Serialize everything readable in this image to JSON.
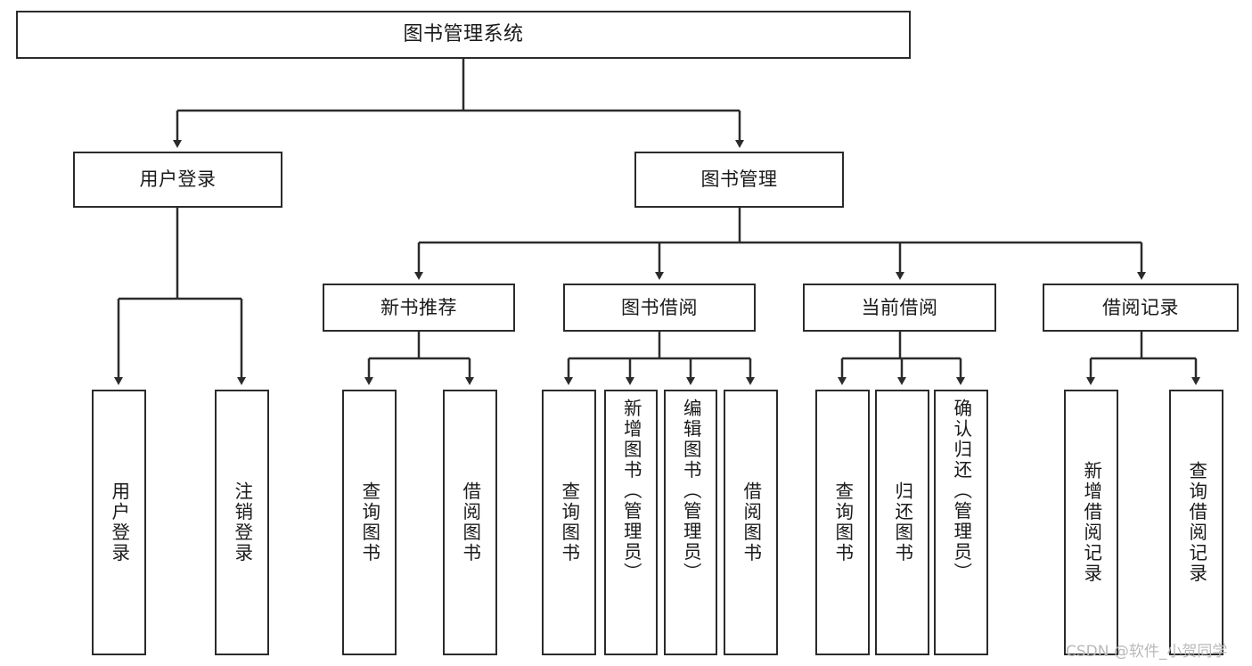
{
  "diagram": {
    "title": "图书管理系统",
    "type": "tree-hierarchy",
    "nodes": {
      "root": {
        "label": "图书管理系统"
      },
      "level2": [
        {
          "label": "用户登录"
        },
        {
          "label": "图书管理"
        }
      ],
      "level3": [
        {
          "label": "新书推荐"
        },
        {
          "label": "图书借阅"
        },
        {
          "label": "当前借阅"
        },
        {
          "label": "借阅记录"
        }
      ],
      "leaves_user_login": [
        {
          "label": "用户登录"
        },
        {
          "label": "注销登录"
        }
      ],
      "leaves_new_book": [
        {
          "label": "查询图书"
        },
        {
          "label": "借阅图书"
        }
      ],
      "leaves_borrow": [
        {
          "label": "查询图书"
        },
        {
          "label": "新增图书（管理员）"
        },
        {
          "label": "编辑图书（管理员）"
        },
        {
          "label": "借阅图书"
        }
      ],
      "leaves_current": [
        {
          "label": "查询图书"
        },
        {
          "label": "归还图书"
        },
        {
          "label": "确认归还（管理员）"
        }
      ],
      "leaves_record": [
        {
          "label": "新增借阅记录"
        },
        {
          "label": "查询借阅记录"
        }
      ]
    }
  },
  "watermark": {
    "text": "CSDN @软件_小贺同学"
  },
  "colors": {
    "stroke": "#2b2b2b",
    "fill": "#ffffff",
    "text": "#1a1a1a",
    "watermark": "#b9b9b9"
  }
}
